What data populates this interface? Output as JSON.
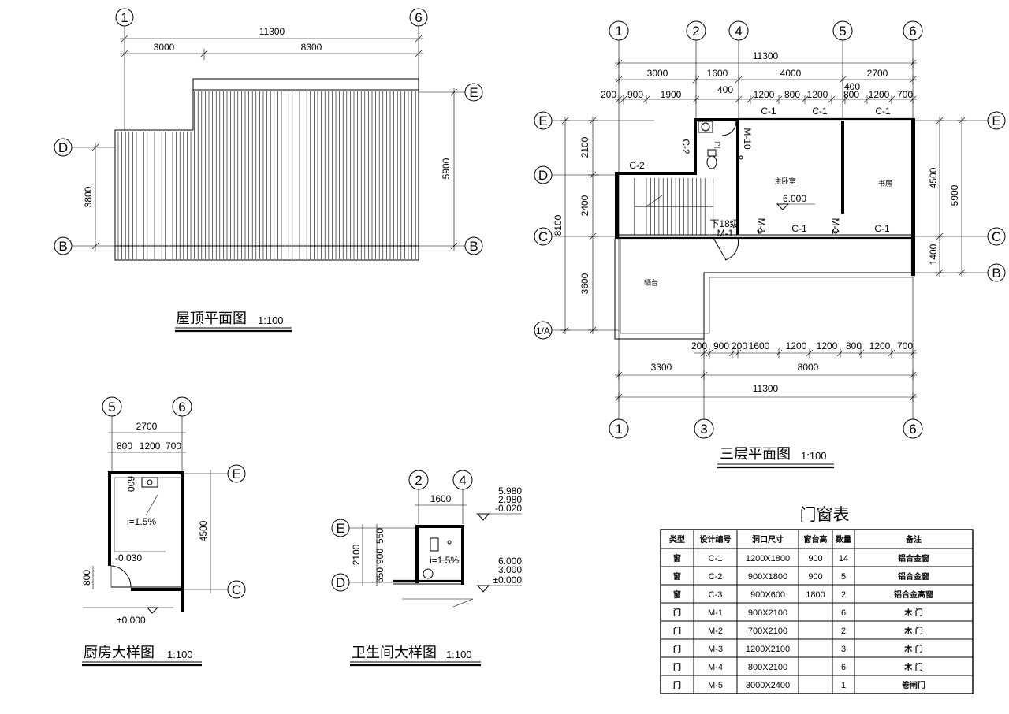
{
  "roof_plan": {
    "title": "屋顶平面图",
    "scale": "1:100",
    "axis": {
      "a1": "1",
      "a6": "6",
      "D": "D",
      "B": "B",
      "E": "E"
    },
    "dims": {
      "total": "11300",
      "d1": "3000",
      "d2": "8300",
      "left": "3800",
      "right": "5900"
    }
  },
  "third_floor": {
    "title": "三层平面图",
    "scale": "1:100",
    "axis": {
      "a1": "1",
      "a2": "2",
      "a3": "3",
      "a4": "4",
      "a5": "5",
      "a6": "6",
      "E": "E",
      "D": "D",
      "C": "C",
      "B": "B",
      "A": "1/A"
    },
    "top_dims": {
      "total": "11300",
      "row2": [
        "3000",
        "1600",
        "4000",
        "2700"
      ],
      "row3": [
        "200",
        "900",
        "1900",
        "400",
        "1200",
        "800",
        "1200",
        "800",
        "1200",
        "700"
      ],
      "extra400": "400"
    },
    "bottom_dims": {
      "row1": [
        "200",
        "900",
        "200",
        "1600",
        "1200",
        "1200",
        "800",
        "1200",
        "700"
      ],
      "row2": [
        "3300",
        "8000"
      ],
      "total": "11300"
    },
    "left_dims": {
      "d1": "2100",
      "d2": "2400",
      "d3": "3600",
      "total": "8100"
    },
    "right_dims": {
      "d1": "4500",
      "d2": "1400",
      "total": "5900"
    },
    "labels": {
      "c1a": "C-1",
      "c1b": "C-1",
      "c1c": "C-1",
      "c1d": "C-1",
      "c1e": "C-1",
      "c2": "C-2",
      "c2v": "C-2",
      "m10": "M-10",
      "m1a": "M-1",
      "m1b": "M-1",
      "m1c": "M-1",
      "wc": "卫",
      "master": "主卧室",
      "study": "书房",
      "terrace": "晒台",
      "stairs": "下18级",
      "level": "6.000"
    }
  },
  "kitchen": {
    "title": "厨房大样图",
    "scale": "1:100",
    "axis": {
      "a5": "5",
      "a6": "6",
      "E": "E",
      "C": "C"
    },
    "dims": {
      "total": "2700",
      "row": [
        "800",
        "1200",
        "700"
      ],
      "right": "4500",
      "left": "800",
      "top600": "600"
    },
    "labels": {
      "slope": "i=1.5%",
      "low": "-0.030",
      "level": "±0.000"
    }
  },
  "bathroom": {
    "title": "卫生间大样图",
    "scale": "1:100",
    "axis": {
      "a2": "2",
      "a4": "4",
      "E": "E",
      "D": "D"
    },
    "dims": {
      "top": "1600",
      "total": "2100",
      "v": [
        "650",
        "900",
        "550"
      ]
    },
    "labels": {
      "slope": "i=1.5%"
    },
    "levels_top": [
      "5.980",
      "2.980",
      "-0.020"
    ],
    "levels_bot": [
      "6.000",
      "3.000",
      "±0.000"
    ]
  },
  "schedule": {
    "title": "门窗表",
    "headers": [
      "类型",
      "设计编号",
      "洞口尺寸",
      "窗台高",
      "数量",
      "备注"
    ],
    "rows": [
      [
        "窗",
        "C-1",
        "1200X1800",
        "900",
        "14",
        "铝合金窗"
      ],
      [
        "窗",
        "C-2",
        "900X1800",
        "900",
        "5",
        "铝合金窗"
      ],
      [
        "窗",
        "C-3",
        "900X600",
        "1800",
        "2",
        "铝合金高窗"
      ],
      [
        "门",
        "M-1",
        "900X2100",
        "",
        "6",
        "木 门"
      ],
      [
        "门",
        "M-2",
        "700X2100",
        "",
        "2",
        "木 门"
      ],
      [
        "门",
        "M-3",
        "1200X2100",
        "",
        "3",
        "木 门"
      ],
      [
        "门",
        "M-4",
        "800X2100",
        "",
        "6",
        "木 门"
      ],
      [
        "门",
        "M-5",
        "3000X2400",
        "",
        "1",
        "卷闸门"
      ]
    ]
  }
}
